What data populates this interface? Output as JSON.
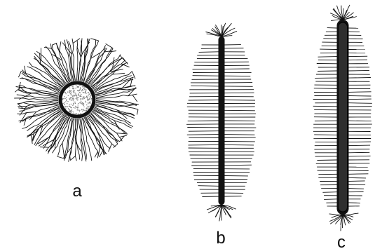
{
  "figure": {
    "panels": [
      {
        "id": "a",
        "label": "a",
        "shape": "circle"
      },
      {
        "id": "b",
        "label": "b",
        "shape": "elongated-rod"
      },
      {
        "id": "c",
        "label": "c",
        "shape": "elongated-rod-thick"
      }
    ],
    "colors": {
      "ink": "#111111",
      "background": "#ffffff",
      "stipple": "#7a7a7a"
    }
  }
}
